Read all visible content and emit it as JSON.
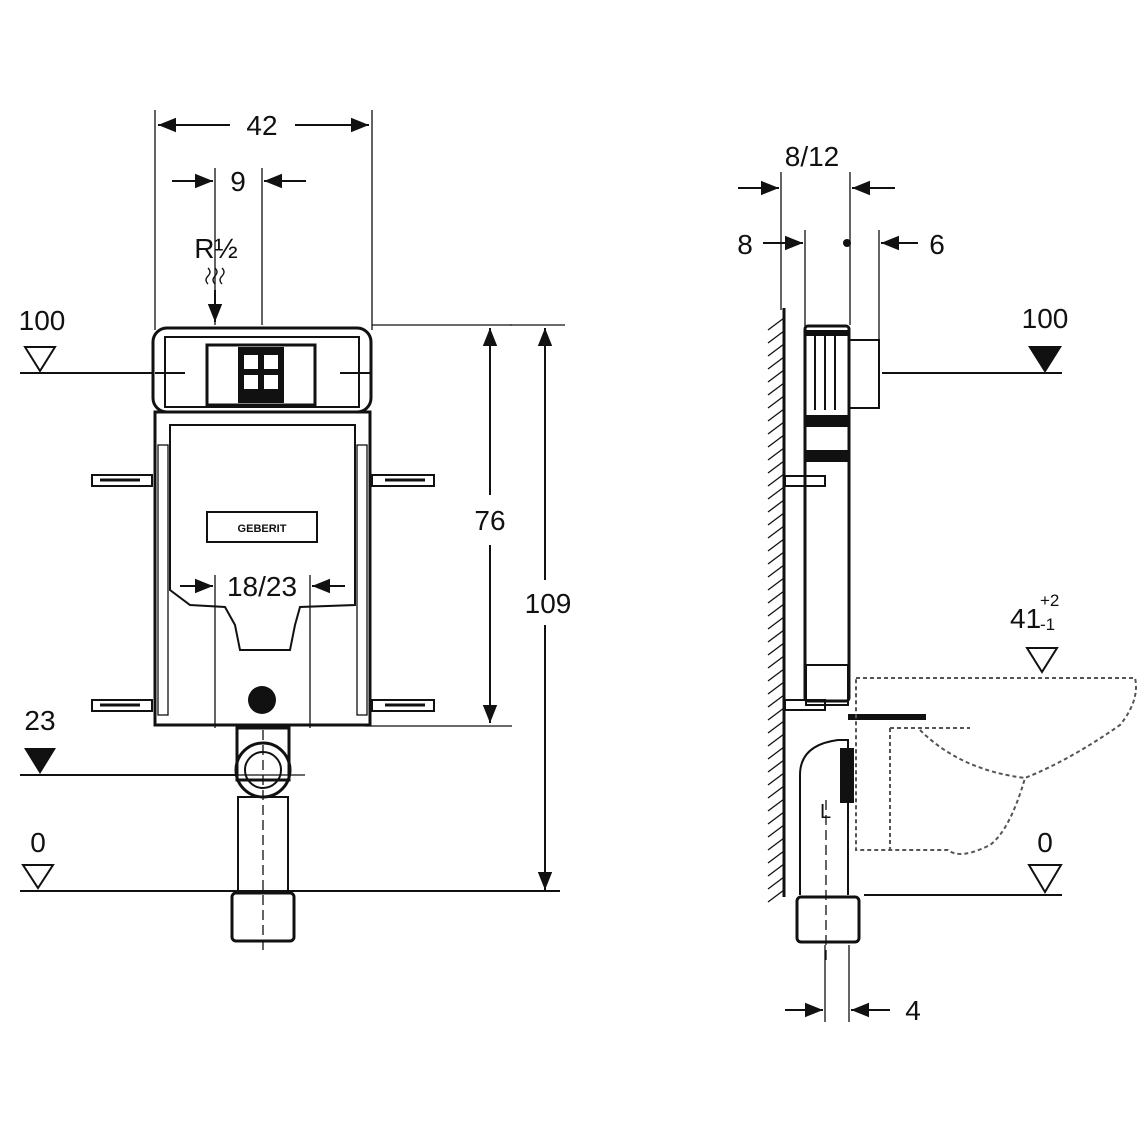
{
  "front_view": {
    "width_label": "42",
    "inlet_offset_label": "9",
    "inlet_thread_label": "R½",
    "level_top_label": "100",
    "frame_height_label": "76",
    "total_height_label": "109",
    "drain_spacing_label": "18/23",
    "drain_center_label": "23",
    "floor_label": "0",
    "brand_label": "GEBERIT"
  },
  "side_view": {
    "depth_label": "8/12",
    "wall_gap_label": "8",
    "plate_depth_label": "6",
    "level_top_label": "100",
    "seat_height_label": "41",
    "seat_tolerance_plus": "+2",
    "seat_tolerance_minus": "-1",
    "floor_label": "0",
    "drain_offset_label": "4",
    "pipe_mark_label": "L"
  },
  "colors": {
    "line": "#111111",
    "background": "#ffffff",
    "dashed": "#555555"
  }
}
